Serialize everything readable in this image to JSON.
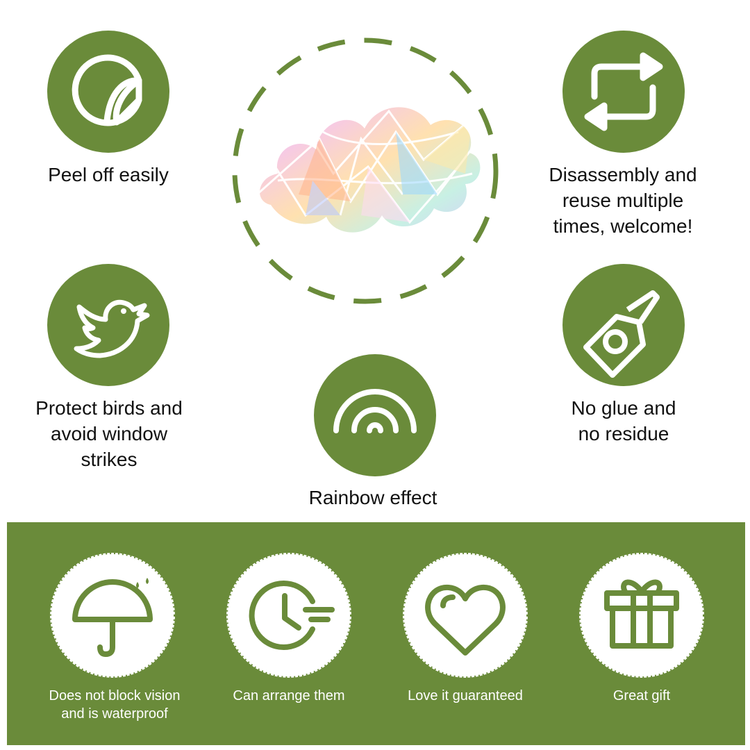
{
  "colors": {
    "brand_green": "#6a8b3a",
    "text": "#111111",
    "white": "#ffffff"
  },
  "features": {
    "peel": {
      "label": "Peel off easily",
      "icon": "peel-sticker-icon"
    },
    "reuse": {
      "label": "Disassembly and\nreuse multiple\ntimes, welcome!",
      "icon": "repeat-arrows-icon"
    },
    "birds": {
      "label": "Protect birds and\navoid window\nstrikes",
      "icon": "bird-icon"
    },
    "glue": {
      "label": "No glue and\nno residue",
      "icon": "glue-bottle-icon"
    },
    "rainbow": {
      "label": "Rainbow effect",
      "icon": "rainbow-icon"
    }
  },
  "center_image": {
    "icon": "iridescent-cloud-sticker"
  },
  "badges": [
    {
      "label": "Does not block vision\nand is waterproof",
      "icon": "umbrella-icon"
    },
    {
      "label": "Can arrange them",
      "icon": "clock-fast-icon"
    },
    {
      "label": "Love it guaranteed",
      "icon": "heart-icon"
    },
    {
      "label": "Great gift",
      "icon": "gift-icon"
    }
  ]
}
